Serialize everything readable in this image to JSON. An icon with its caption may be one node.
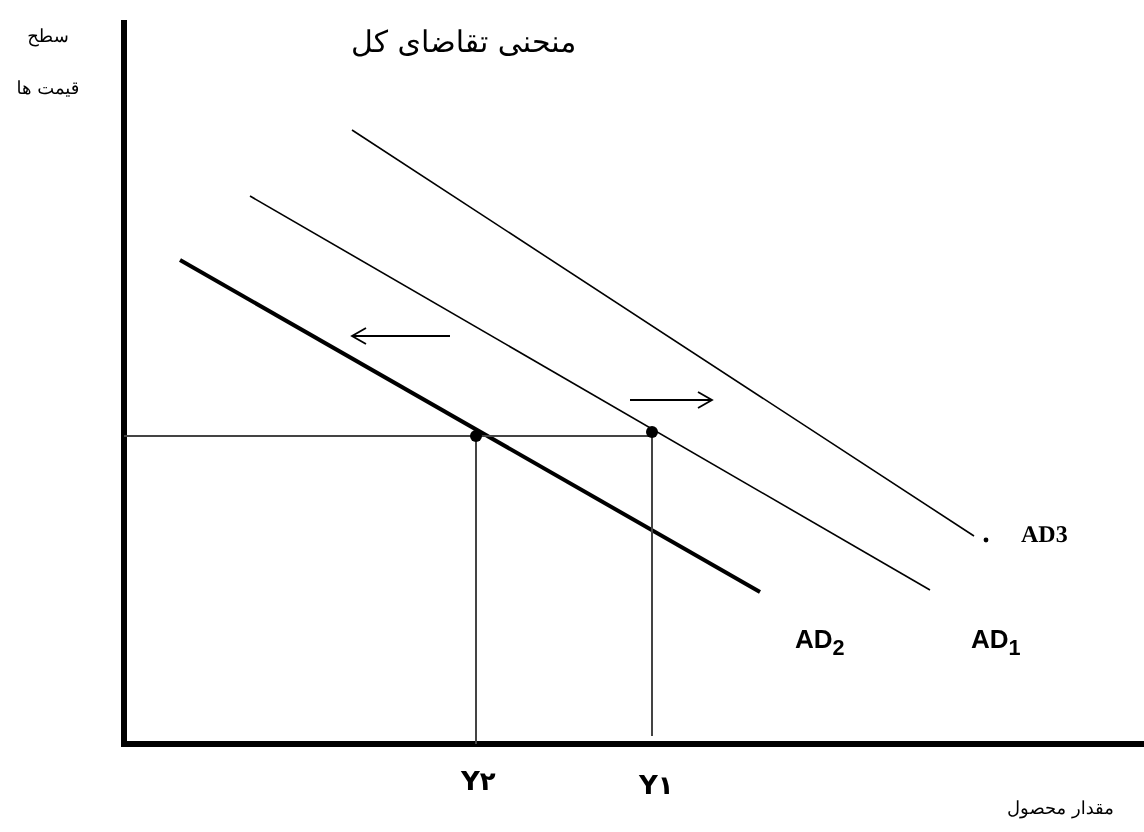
{
  "diagram": {
    "title": "منحنی تقاضای کل",
    "labels": [
      "سطح قیمت ها",
      "AD3",
      "AD$_{2}$",
      "AD$_{1}$",
      "Y۲",
      "Y۱",
      "مقدار محصول"
    ]
  }
}
